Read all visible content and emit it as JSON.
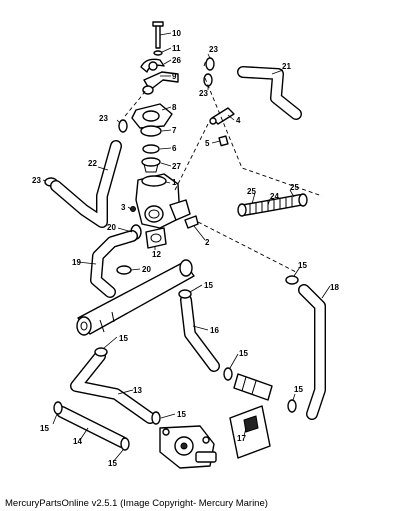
{
  "caption": "MercuryPartsOnline v2.5.1 (Image Copyright- Mercury Marine)",
  "callouts": {
    "c1": "1",
    "c2": "2",
    "c3": "3",
    "c4": "4",
    "c5": "5",
    "c6": "6",
    "c7": "7",
    "c8": "8",
    "c9": "9",
    "c10": "10",
    "c11": "11",
    "c12": "12",
    "c13": "13",
    "c14": "14",
    "c15a": "15",
    "c15b": "15",
    "c15c": "15",
    "c15d": "15",
    "c15e": "15",
    "c15f": "15",
    "c15g": "15",
    "c16": "16",
    "c17": "17",
    "c18": "18",
    "c19": "19",
    "c20a": "20",
    "c20b": "20",
    "c21": "21",
    "c22": "22",
    "c23a": "23",
    "c23b": "23",
    "c23c": "23",
    "c23d": "23",
    "c24": "24",
    "c25a": "25",
    "c25b": "25",
    "c26": "26",
    "c27": "27"
  }
}
